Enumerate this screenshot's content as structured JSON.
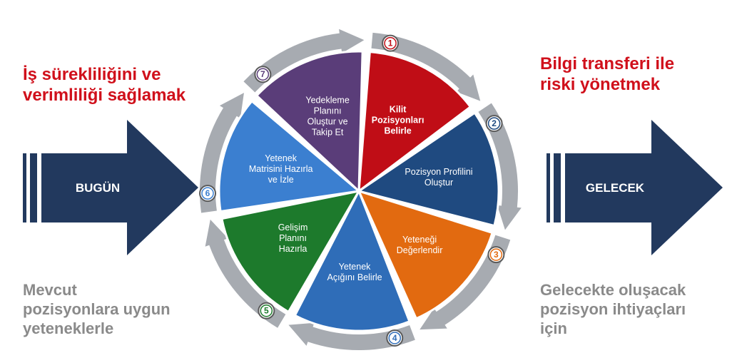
{
  "left_heading": [
    "İş sürekliliğini ve",
    "verimliliği sağlamak"
  ],
  "right_heading": [
    "Bilgi transferi ile",
    "riski yönetmek"
  ],
  "left_subtext": [
    "Mevcut",
    "pozisyonlara uygun",
    "yeteneklerle"
  ],
  "right_subtext": [
    "Gelecekte oluşacak",
    "pozisyon ihtiyaçları",
    "için"
  ],
  "left_arrow_label": "BUGÜN",
  "right_arrow_label": "GELECEK",
  "colors": {
    "heading": "#d0101b",
    "subtext": "#8a8a8a",
    "big_arrow": "#22395e",
    "ring": "#a7abb1"
  },
  "steps": [
    {
      "number": "1",
      "lines": [
        "Kilit",
        "Pozisyonları",
        "Belirle"
      ],
      "color": "#c00d16",
      "bold": true
    },
    {
      "number": "2",
      "lines": [
        "Pozisyon Profilini",
        "Oluştur"
      ],
      "color": "#1f4a80",
      "bold": false
    },
    {
      "number": "3",
      "lines": [
        "Yeteneği",
        "Değerlendir"
      ],
      "color": "#e26a10",
      "bold": false
    },
    {
      "number": "4",
      "lines": [
        "Yetenek",
        "Açığını Belirle"
      ],
      "color": "#2f6db8",
      "bold": false
    },
    {
      "number": "5",
      "lines": [
        "Gelişim",
        "Planını",
        "Hazırla"
      ],
      "color": "#1d7a2c",
      "bold": false
    },
    {
      "number": "6",
      "lines": [
        "Yetenek",
        "Matrisini Hazırla",
        "ve İzle"
      ],
      "color": "#3b7fd0",
      "bold": false
    },
    {
      "number": "7",
      "lines": [
        "Yedekleme",
        "Planını",
        "Oluştur ve",
        "Takip Et"
      ],
      "color": "#5a3d79",
      "bold": false
    }
  ]
}
